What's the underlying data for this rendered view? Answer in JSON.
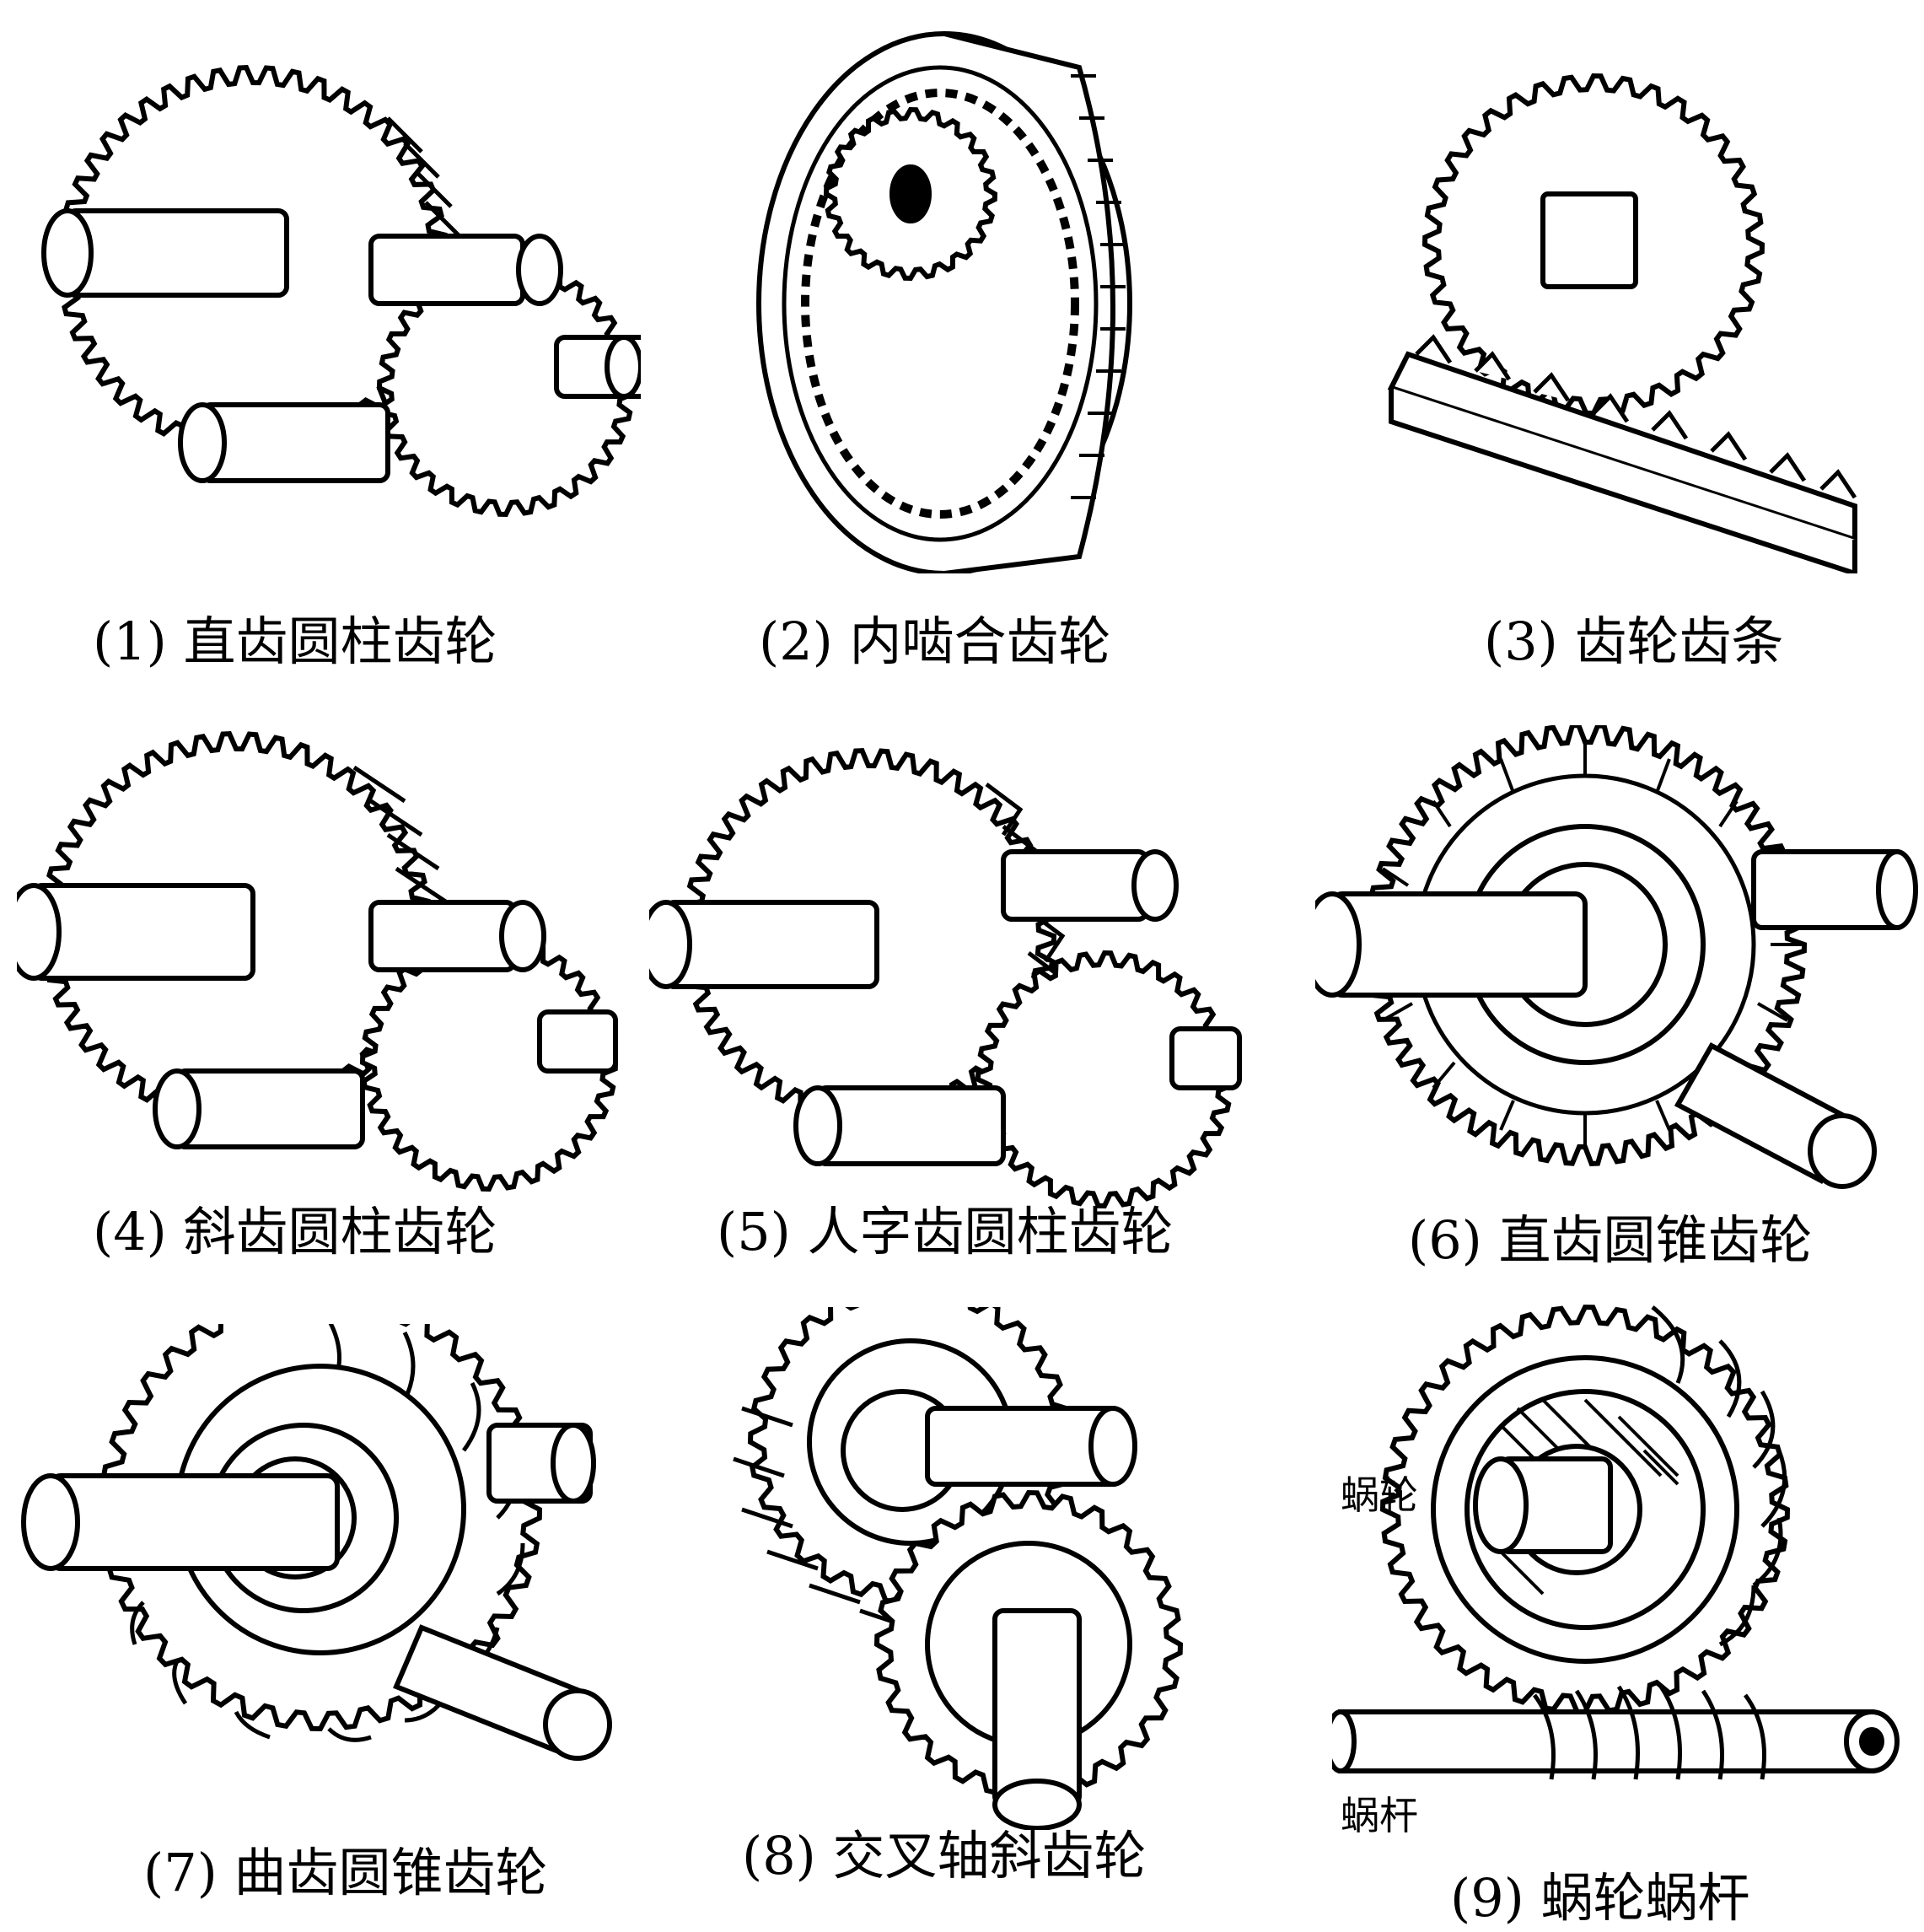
{
  "figures": [
    {
      "caption": "(1) 直齿圆柱齿轮"
    },
    {
      "caption": "(2) 内啮合齿轮"
    },
    {
      "caption": "(3) 齿轮齿条"
    },
    {
      "caption": "(4) 斜齿圆柱齿轮"
    },
    {
      "caption": "(5) 人字齿圆柱齿轮"
    },
    {
      "caption": "(6) 直齿圆锥齿轮"
    },
    {
      "caption": "(7) 曲齿圆锥齿轮"
    },
    {
      "caption": "(8) 交叉轴斜齿轮"
    },
    {
      "caption": "(9) 蜗轮蜗杆",
      "labels": {
        "worm_wheel": "蜗轮",
        "worm": "蜗杆"
      }
    }
  ]
}
